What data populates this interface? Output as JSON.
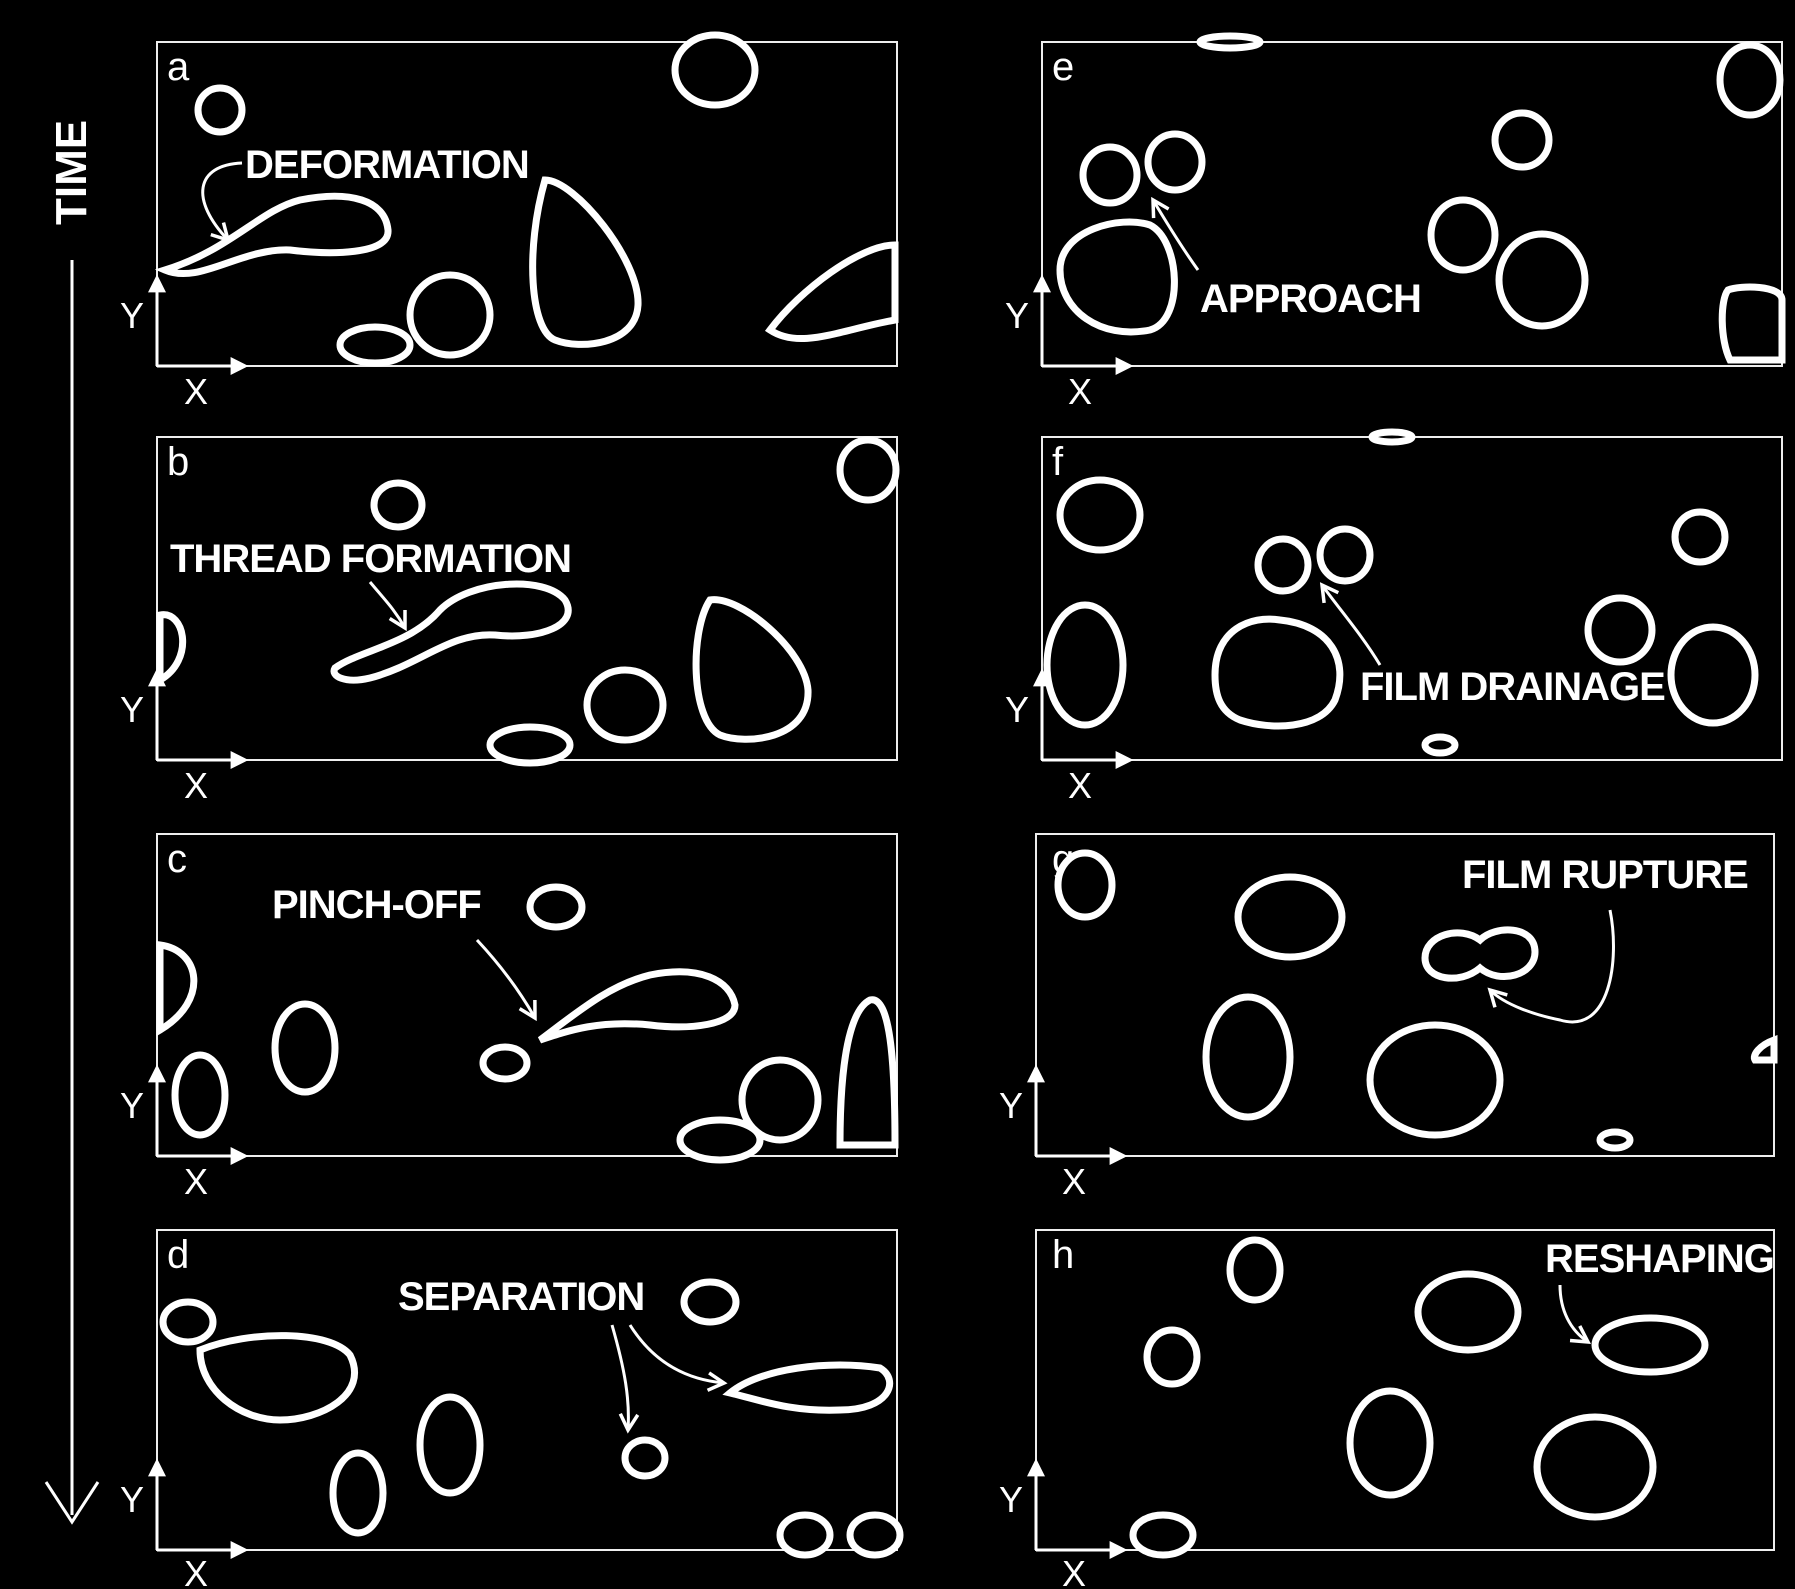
{
  "time_label": "TIME",
  "axis": {
    "x": "X",
    "y": "Y"
  },
  "panels": [
    {
      "letter": "a",
      "annotation": "DEFORMATION"
    },
    {
      "letter": "b",
      "annotation": "THREAD FORMATION"
    },
    {
      "letter": "c",
      "annotation": "PINCH-OFF"
    },
    {
      "letter": "d",
      "annotation": "SEPARATION"
    },
    {
      "letter": "e",
      "annotation": "APPROACH"
    },
    {
      "letter": "f",
      "annotation": "FILM DRAINAGE"
    },
    {
      "letter": "g",
      "annotation": "FILM RUPTURE"
    },
    {
      "letter": "h",
      "annotation": "RESHAPING"
    }
  ]
}
